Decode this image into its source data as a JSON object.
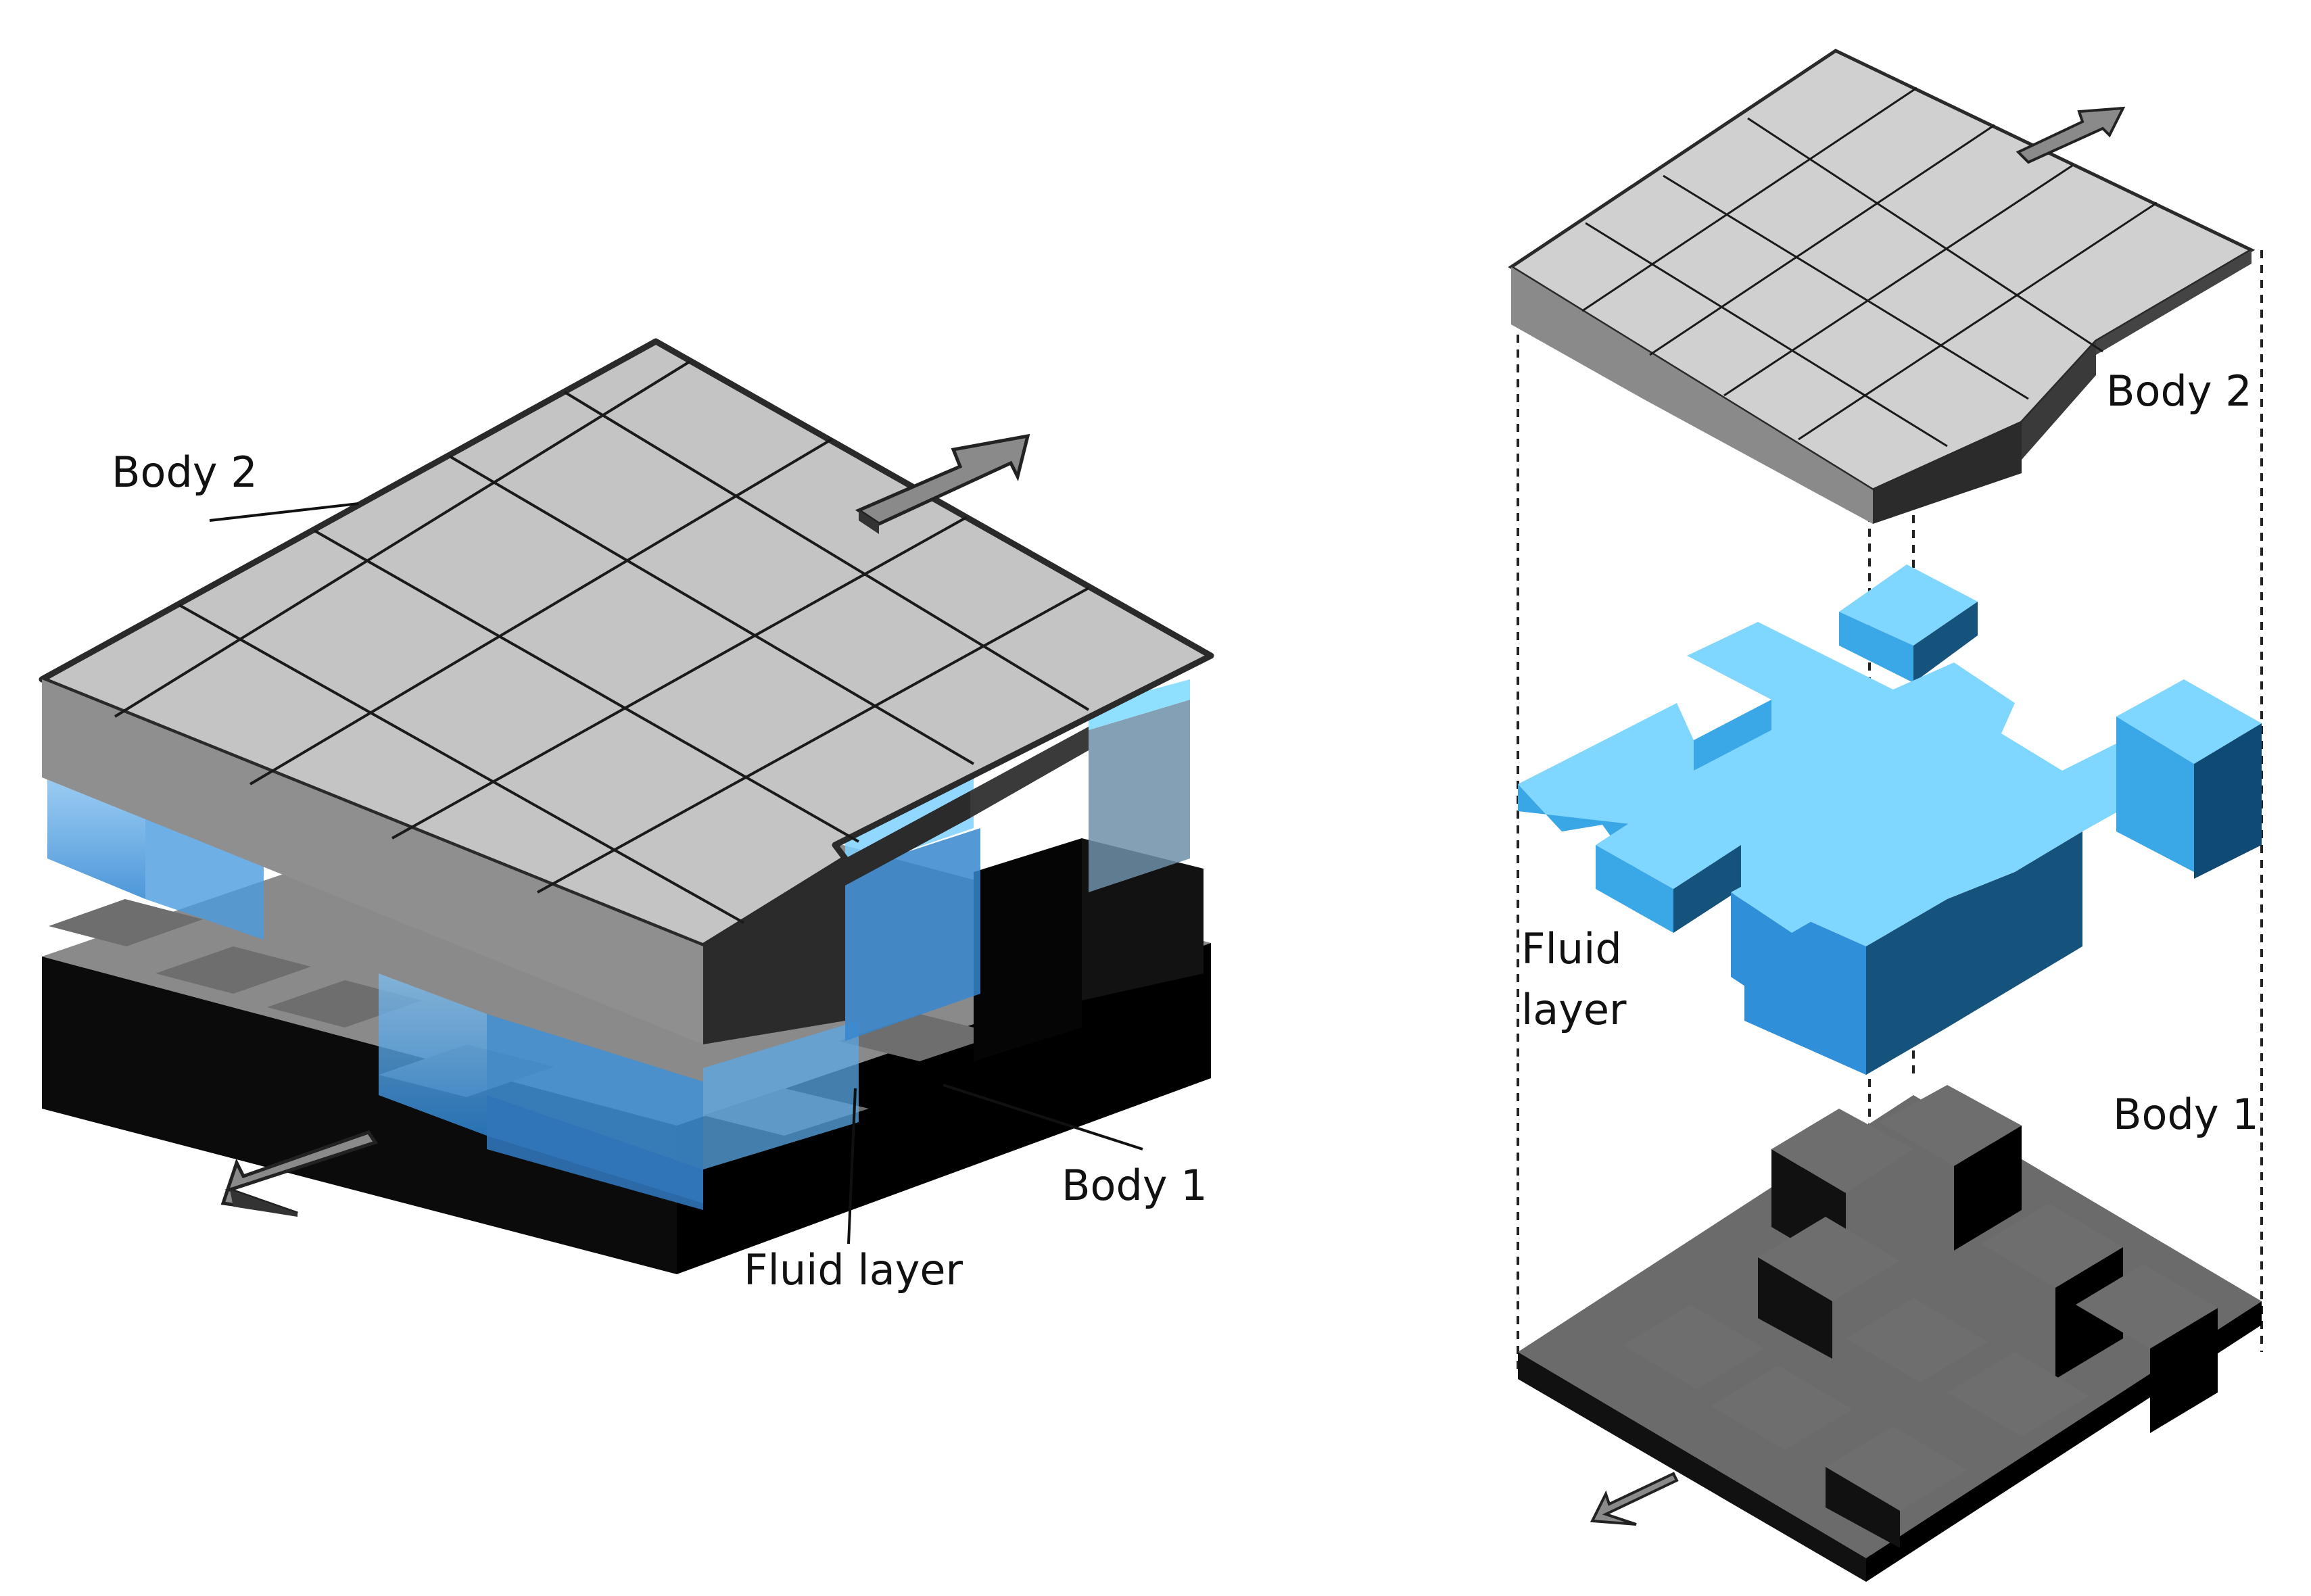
{
  "left": {
    "body2_label": "Body 2",
    "body1_label": "Body 1",
    "fluid_label": "Fluid layer"
  },
  "right": {
    "body2_label": "Body 2",
    "body1_label": "Body 1",
    "fluid_label_line1": "Fluid",
    "fluid_label_line2": "layer"
  },
  "colors": {
    "body2_top": "#c4c4c4",
    "body2_side": "#8e8e8e",
    "body2_dark": "#2b2b2b",
    "body1_top": "#6b6b6b",
    "body1_side": "#0a0a0a",
    "fluid_top": "#7fd6ff",
    "fluid_left": "#39a6e6",
    "fluid_right": "#16537c",
    "fluid_glass": "#3d8fd8",
    "arrow_top": "#8a8a8a",
    "arrow_side": "#3a3a3a"
  },
  "icons": {
    "slide_arrow": "motion-arrow-icon"
  }
}
